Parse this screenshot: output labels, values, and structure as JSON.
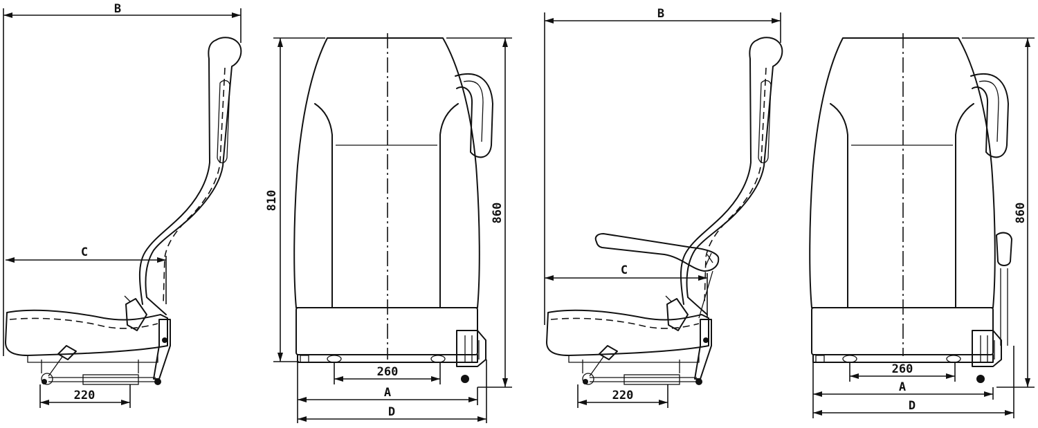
{
  "views": {
    "view1": {
      "dim_b": "B",
      "dim_c": "C",
      "dim_220": "220"
    },
    "view2": {
      "dim_810": "810",
      "dim_860": "860",
      "dim_260": "260",
      "dim_a": "A",
      "dim_d": "D"
    },
    "view3": {
      "dim_b": "B",
      "dim_c": "C",
      "dim_220": "220"
    },
    "view4": {
      "dim_860": "860",
      "dim_260": "260",
      "dim_a": "A",
      "dim_d": "D"
    }
  }
}
